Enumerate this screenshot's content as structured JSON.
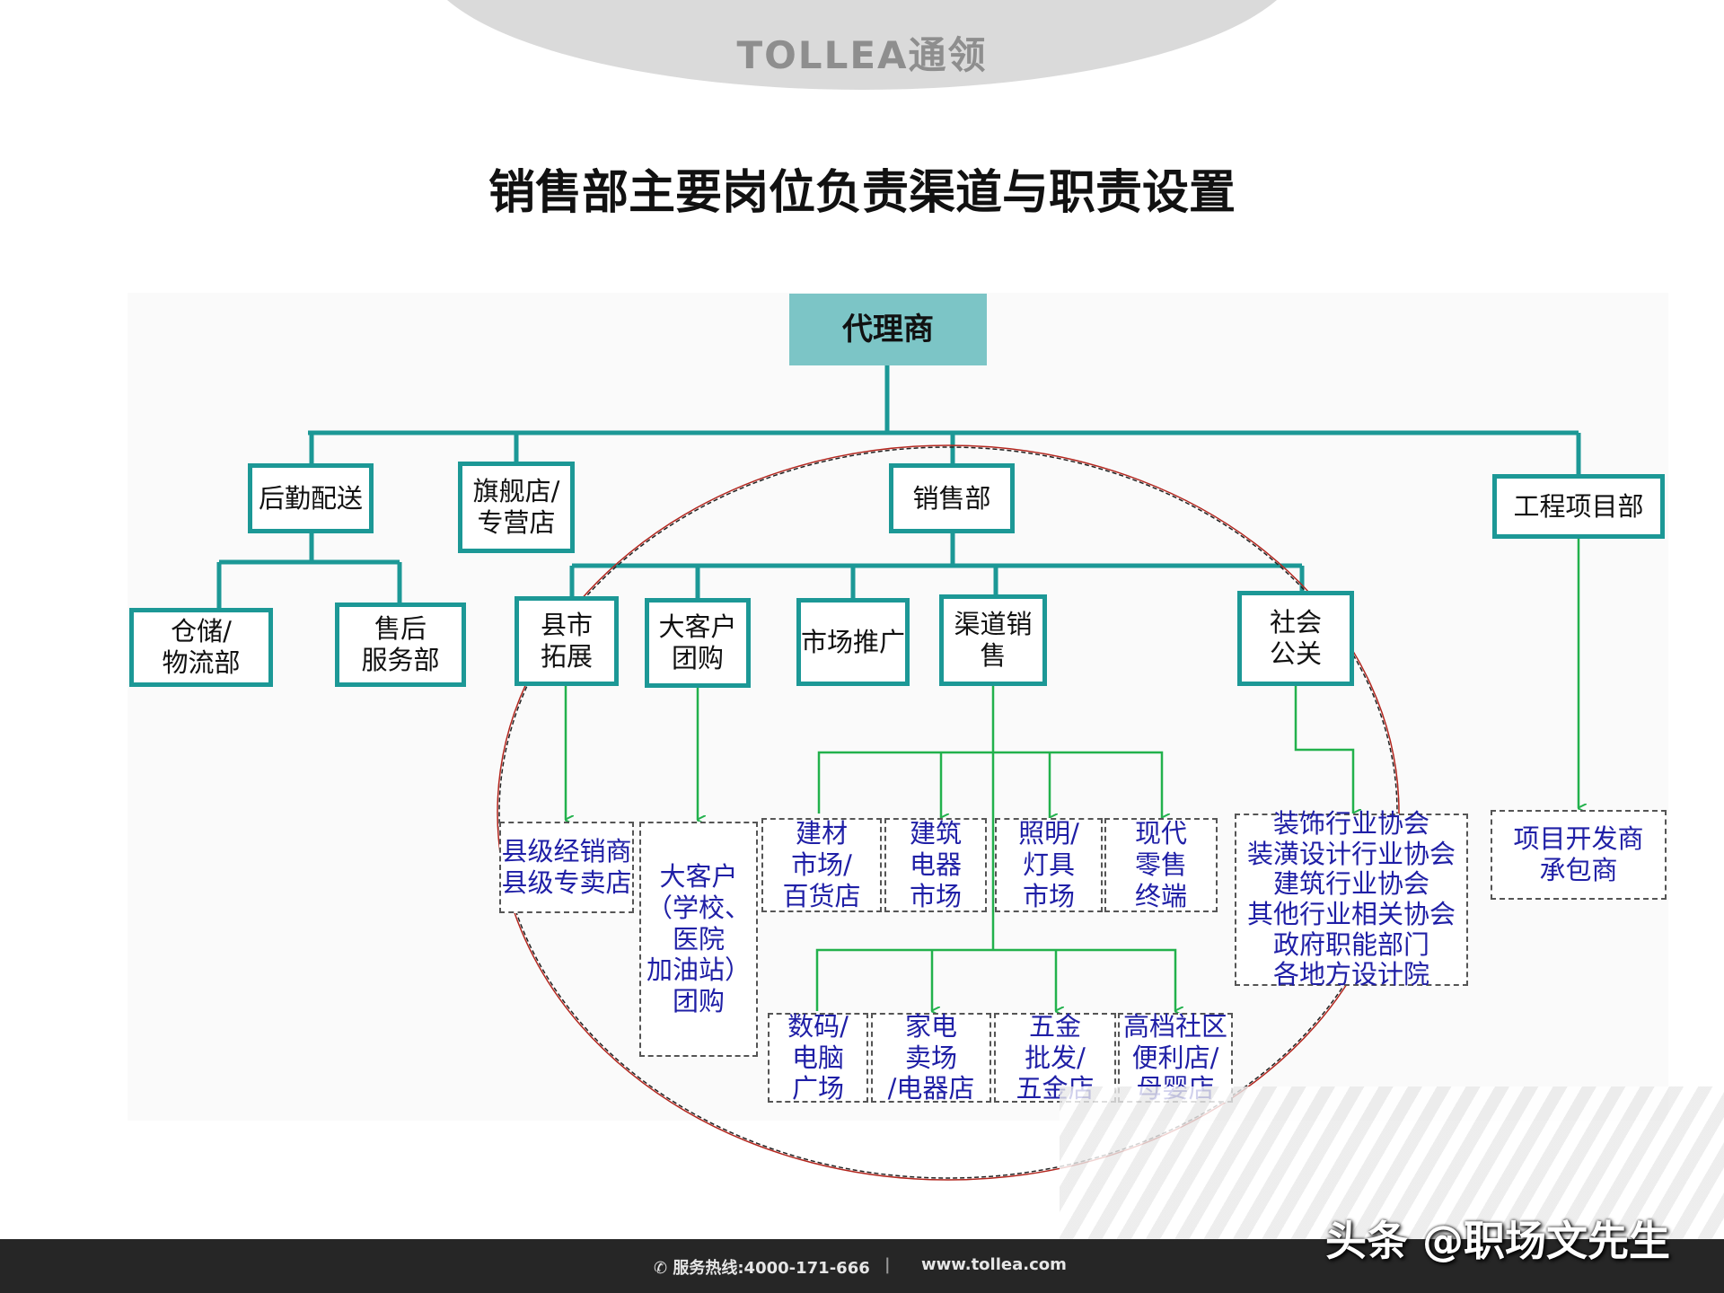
{
  "header": {
    "logo_text": "TOLLEA通领",
    "title": "销售部主要岗位负责渠道与职责设置"
  },
  "org": {
    "root": "代理商",
    "logistics": "后勤配送",
    "flagship": "旗舰店/\n专营店",
    "sales": "销售部",
    "project": "工程项目部",
    "warehouse": "仓储/\n物流部",
    "aftersales": "售后\n服务部",
    "county": "县市\n拓展",
    "key_account": "大客户\n团购",
    "marketing": "市场推广",
    "channel": "渠道销售",
    "public": "社会\n公关",
    "county_detail": "县级经销商\n县级专卖店",
    "key_account_detail": "大客户\n（学校、\n医院\n加油站）\n团购",
    "building_market": "建材\n市场/\n百货店",
    "appliance_market": "建筑\n电器\n市场",
    "lighting_market": "照明/\n灯具\n市场",
    "modern_retail": "现代\n零售\n终端",
    "digital": "数码/\n电脑\n广场",
    "home_appliance": "家电\n卖场\n/电器店",
    "hardware": "五金\n批发/\n五金店",
    "community": "高档社区\n便利店/\n母婴店",
    "associations": "装饰行业协会\n装潢设计行业协会\n建筑行业协会\n其他行业相关协会\n政府职能部门\n各地方设计院",
    "developers": "项目开发商\n承包商"
  },
  "colors": {
    "teal": "#1c9896",
    "green": "#22b14c",
    "root_fill": "#7cc5c6",
    "ellipse": "#b3261e"
  },
  "footer": {
    "hotline": "服务热线:4000-171-666",
    "separator": "|",
    "website": "www.tollea.com",
    "watermark": "头条 @职场文先生"
  }
}
